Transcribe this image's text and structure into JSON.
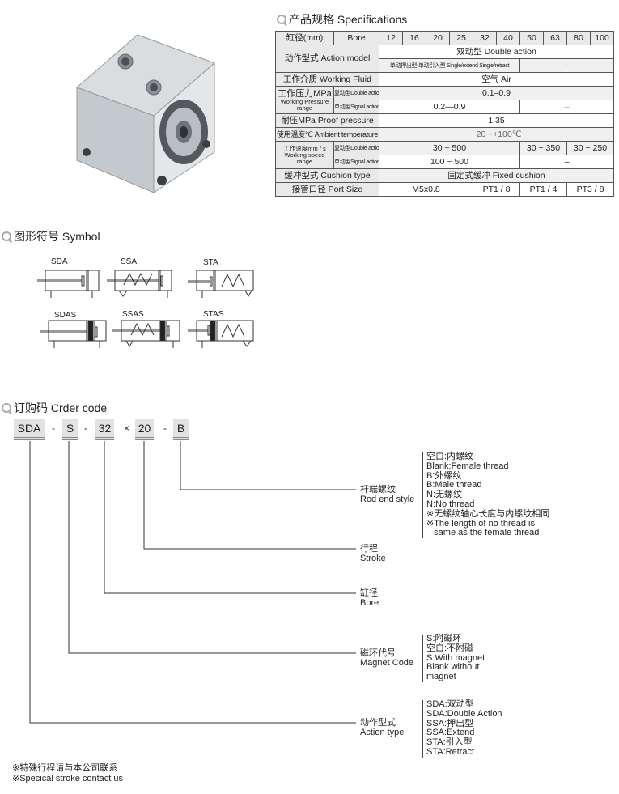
{
  "specifications": {
    "title": "产品规格 Specifications",
    "header": {
      "label_cn": "缸径(mm)",
      "label_en": "Bore",
      "bores": [
        "12",
        "16",
        "20",
        "25",
        "32",
        "40",
        "50",
        "63",
        "80",
        "100"
      ]
    },
    "action_model": {
      "label": "动作型式 Action model",
      "double": "双动型 Double action",
      "single": "单动押出型 单动引入型 Single/extend Single/retract",
      "single_na": "–"
    },
    "working_fluid": {
      "label": "工作介质 Working Fluid",
      "value": "空气 Air"
    },
    "working_pressure": {
      "label_cn": "工作压力MPa",
      "label_en": "Working Pressure range",
      "double_label": "复动型Double action",
      "double_value": "0.1–0.9",
      "single_label": "单动型Signal action",
      "single_value": "0.2—0.9",
      "single_na": "–"
    },
    "proof_pressure": {
      "label": "耐压MPa Proof pressure",
      "value": "1.35"
    },
    "ambient_temperature": {
      "label": "使用温度℃ Ambient temperature",
      "value": "−20∼+100℃"
    },
    "working_speed": {
      "label_cn": "工作速度mm / s",
      "label_en": "Working speed range",
      "double_label": "复动型Double action",
      "double_values": [
        "30 ~ 500",
        "30 ~ 350",
        "30 ~ 250"
      ],
      "single_label": "单动型Signal action",
      "single_value": "100 ~ 500",
      "single_na": "–"
    },
    "cushion_type": {
      "label": "缓冲型式 Cushion type",
      "value": "固定式缓冲 Fixed cushion"
    },
    "port_size": {
      "label": "接管口径 Port Size",
      "values": [
        "M5x0.8",
        "PT1 / 8",
        "PT1 / 4",
        "PT3 / 8"
      ]
    }
  },
  "symbol": {
    "title": "图形符号 Symbol",
    "items": [
      "SDA",
      "SSA",
      "STA",
      "SDAS",
      "SSAS",
      "STAS"
    ]
  },
  "order_code": {
    "title": "订购码 Crder code",
    "parts": [
      "SDA",
      "S",
      "32",
      "20",
      "B"
    ],
    "separators": [
      "-",
      "-",
      "×",
      "-"
    ],
    "fields": [
      {
        "cn": "杆端螺纹",
        "en": "Rod end style",
        "desc": [
          "空白:内螺纹",
          "Blank:Female thread",
          "B:外螺纹",
          "B:Male thread",
          "N:无螺纹",
          "N:No thread",
          "※无螺纹轴心长度与内螺纹相同",
          "※The length of no thread is",
          "   same as the female thread"
        ]
      },
      {
        "cn": "行程",
        "en": "Stroke"
      },
      {
        "cn": "缸径",
        "en": "Bore"
      },
      {
        "cn": "磁环代号",
        "en": "Magnet Code",
        "desc": [
          "S:附磁环",
          "空白:不附磁",
          "S:With magnet",
          "Blank without",
          "magnet"
        ]
      },
      {
        "cn": "动作型式",
        "en": "Action type",
        "desc": [
          "SDA:双动型",
          "SDA:Double Action",
          "SSA:押出型",
          "SSA:Extend",
          "STA:引入型",
          "STA:Retract"
        ]
      }
    ]
  },
  "notes": [
    "※特殊行程请与本公司联系",
    "※Specical stroke contact us"
  ]
}
